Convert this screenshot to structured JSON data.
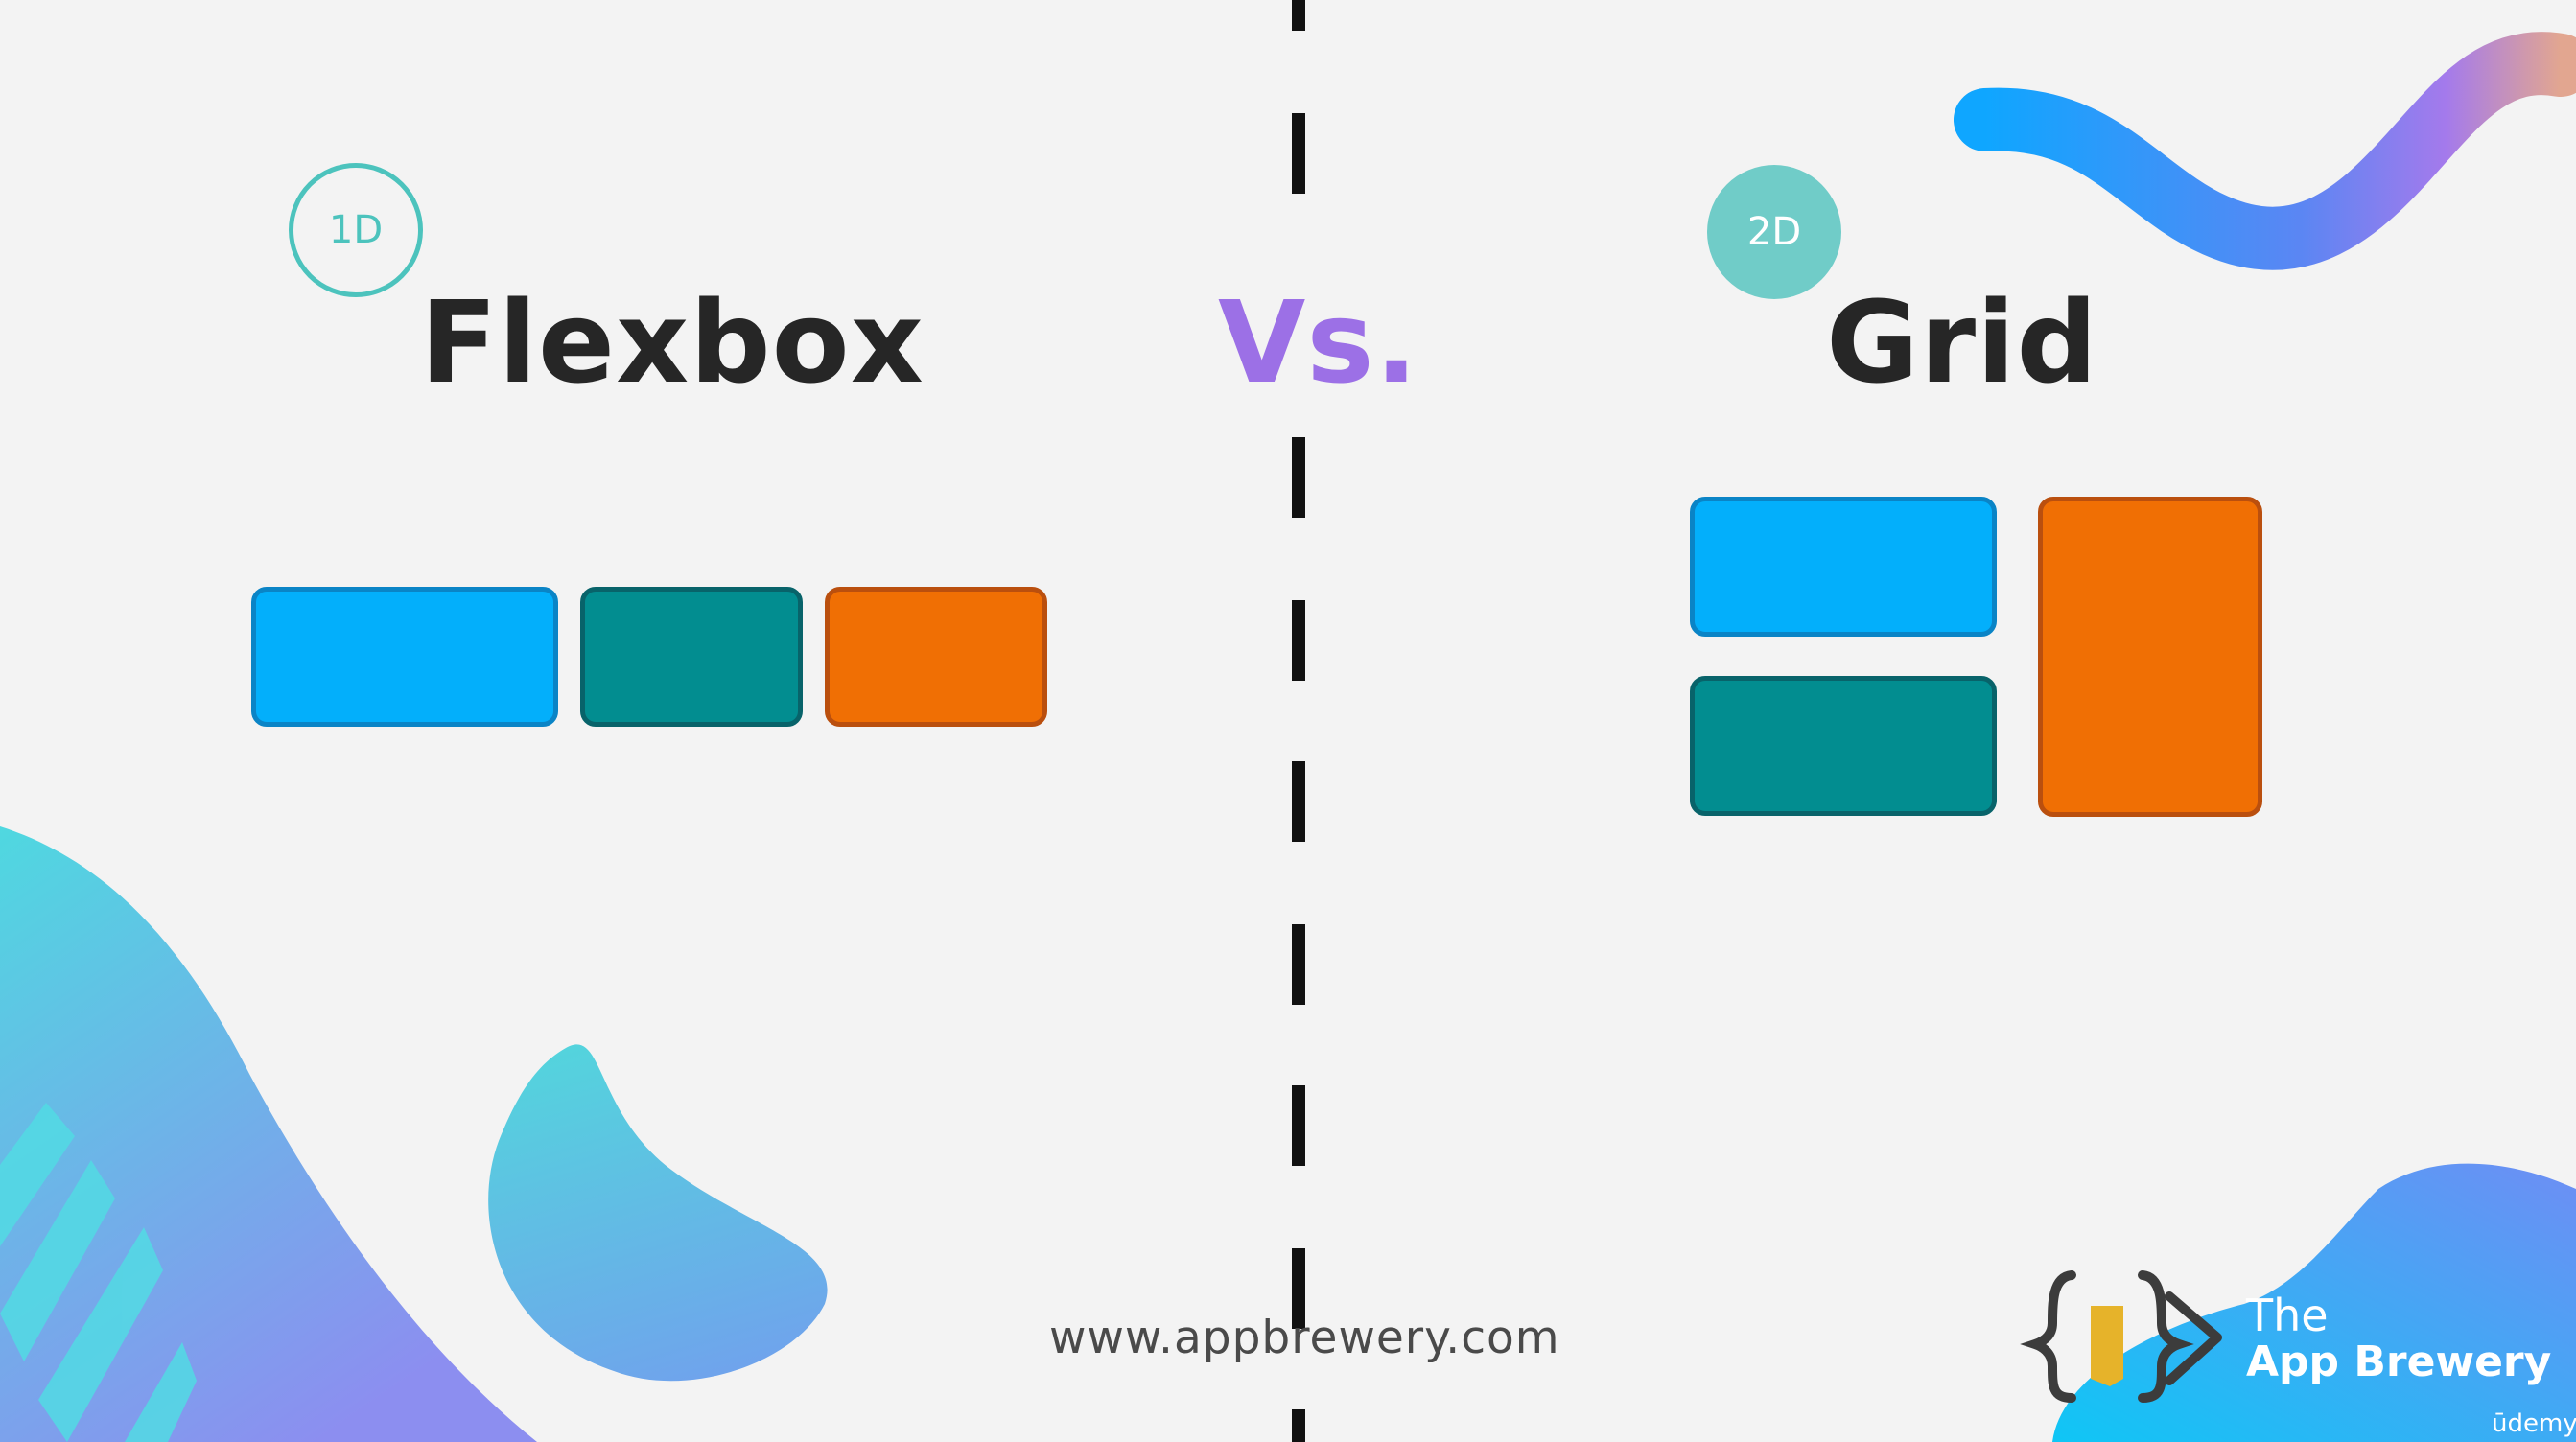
{
  "slide": {
    "left": {
      "badge": "1D",
      "title": "Flexbox"
    },
    "divider_label": "Vs.",
    "right": {
      "badge": "2D",
      "title": "Grid"
    },
    "footer_url": "www.appbrewery.com"
  },
  "logo": {
    "line1": "The",
    "line2": "App Brewery"
  },
  "watermark": "ūdemy",
  "colors": {
    "blue": "#03affb",
    "teal": "#028d90",
    "orange": "#f06f04",
    "accent_purple": "#9c70e6",
    "badge_teal": "#4cc3bd"
  }
}
